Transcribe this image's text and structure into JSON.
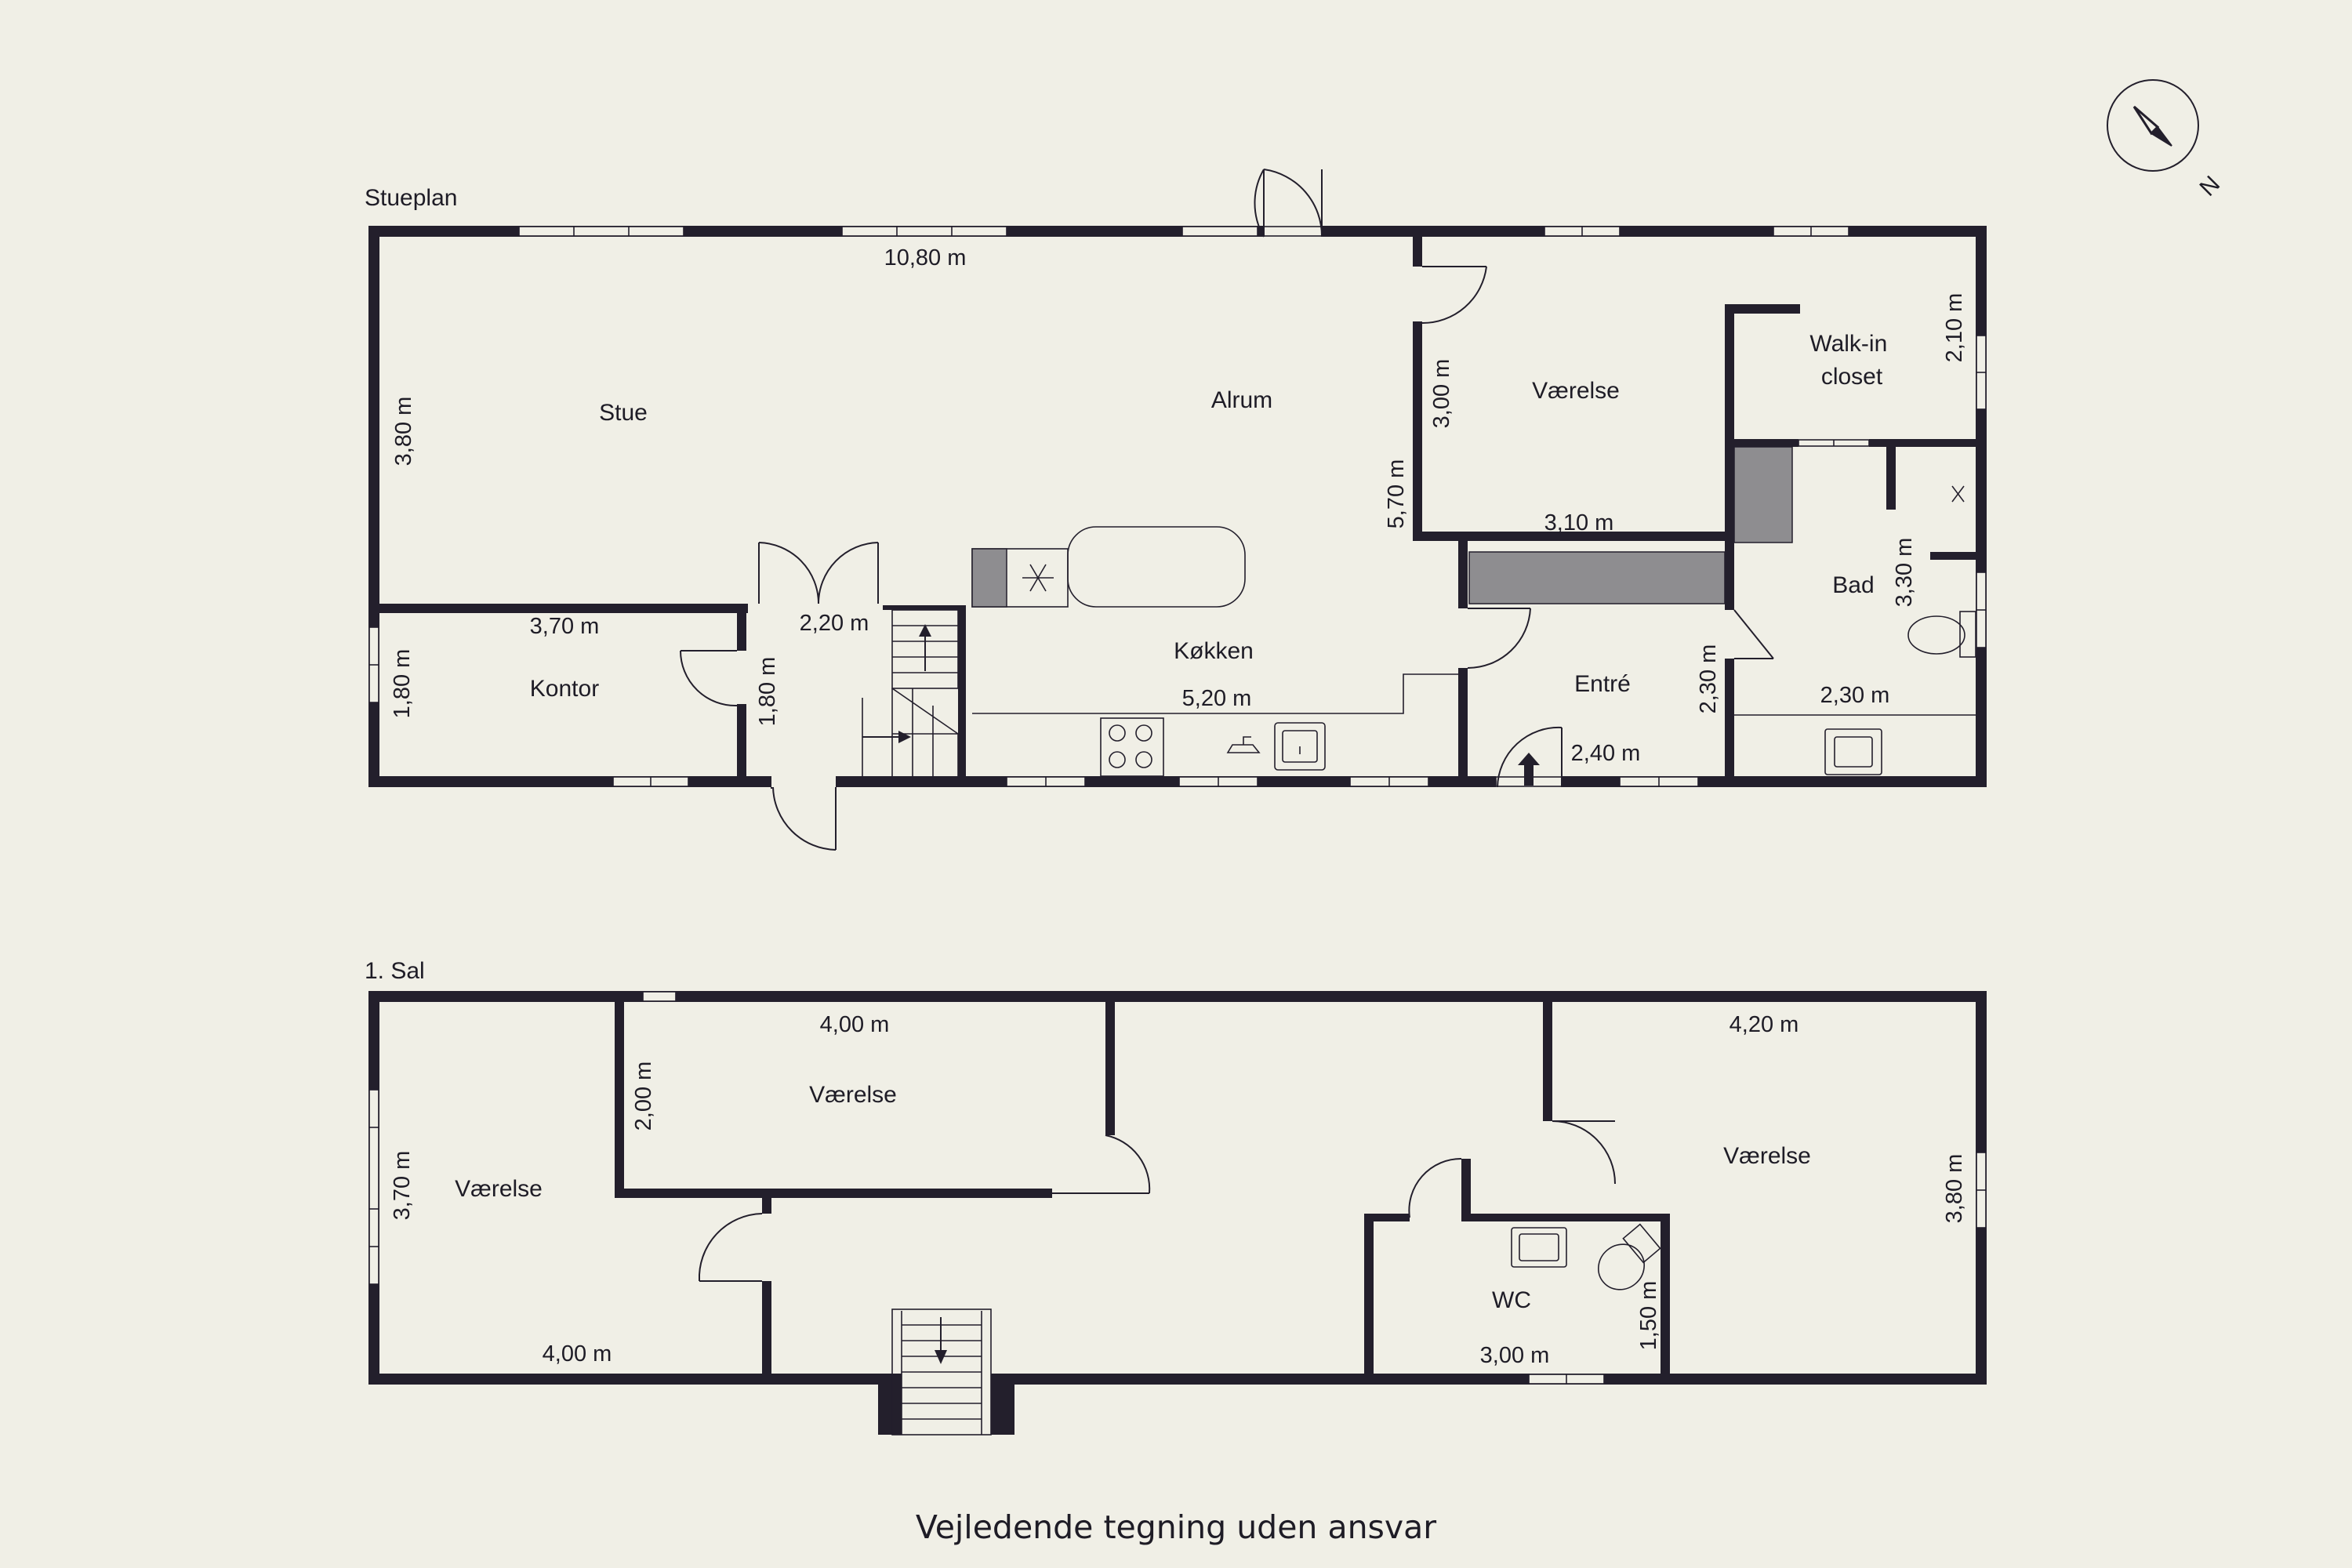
{
  "floors": {
    "ground": {
      "title": "Stueplan",
      "rooms": {
        "stue": "Stue",
        "alrum": "Alrum",
        "vaerelse": "Værelse",
        "walkin": [
          "Walk-in",
          "closet"
        ],
        "bad": "Bad",
        "kontor": "Kontor",
        "koekken": "Køkken",
        "entre": "Entré"
      },
      "dims": {
        "top": "10,80 m",
        "stue_h": "3,80 m",
        "alrum_h": "5,70 m",
        "vaer_h": "3,00 m",
        "vaer_w": "3,10 m",
        "walkin_h": "2,10 m",
        "bad_h": "3,30 m",
        "bad_w": "2,30 m",
        "kontor_w": "3,70 m",
        "kontor_h": "1,80 m",
        "hall_w": "2,20 m",
        "hall_h": "1,80 m",
        "koekken_w": "5,20 m",
        "entre_w": "2,40 m",
        "entre_h": "2,30 m"
      }
    },
    "first": {
      "title": "1. Sal",
      "rooms": {
        "vaer_left": "Værelse",
        "vaer_mid": "Værelse",
        "vaer_right": "Værelse",
        "wc": "WC"
      },
      "dims": {
        "left_h": "3,70 m",
        "left_w": "4,00 m",
        "mid_w": "4,00 m",
        "mid_h": "2,00 m",
        "right_w": "4,20 m",
        "right_h": "3,80 m",
        "wc_w": "3,00 m",
        "wc_h": "1,50 m"
      }
    }
  },
  "compass": {
    "north_label": "N",
    "icon": "compass-icon"
  },
  "footer": "Vejledende tegning uden ansvar"
}
